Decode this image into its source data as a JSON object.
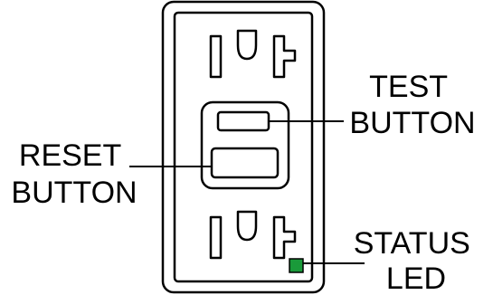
{
  "labels": {
    "test_button": [
      "TEST",
      "BUTTON"
    ],
    "reset_button": [
      "RESET",
      "BUTTON"
    ],
    "status_led": [
      "STATUS",
      "LED"
    ]
  },
  "colors": {
    "outline": "#000000",
    "background": "#ffffff",
    "led": "#1a9a3a"
  },
  "icons": {
    "device": "gfci-outlet-icon"
  }
}
